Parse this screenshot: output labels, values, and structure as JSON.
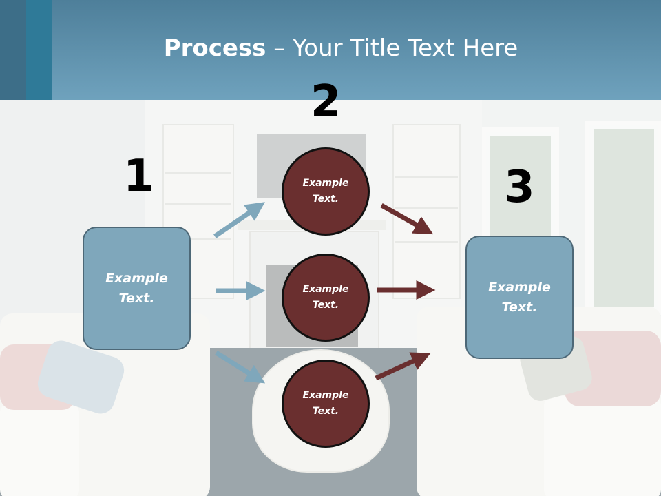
{
  "title": {
    "bold": "Process",
    "rest": " – Your Title Text Here"
  },
  "numbers": [
    "1",
    "2",
    "3"
  ],
  "boxes": {
    "left": "Example Text.",
    "right": "Example Text."
  },
  "circles": [
    "Example Text.",
    "Example Text.",
    "Example Text."
  ],
  "colors": {
    "header": "#6fa2bd",
    "box_fill": "#7fa7bb",
    "circle_fill": "#6a2f2f",
    "arrow_blue": "#7fa7bb",
    "arrow_red": "#6a2f2f"
  }
}
